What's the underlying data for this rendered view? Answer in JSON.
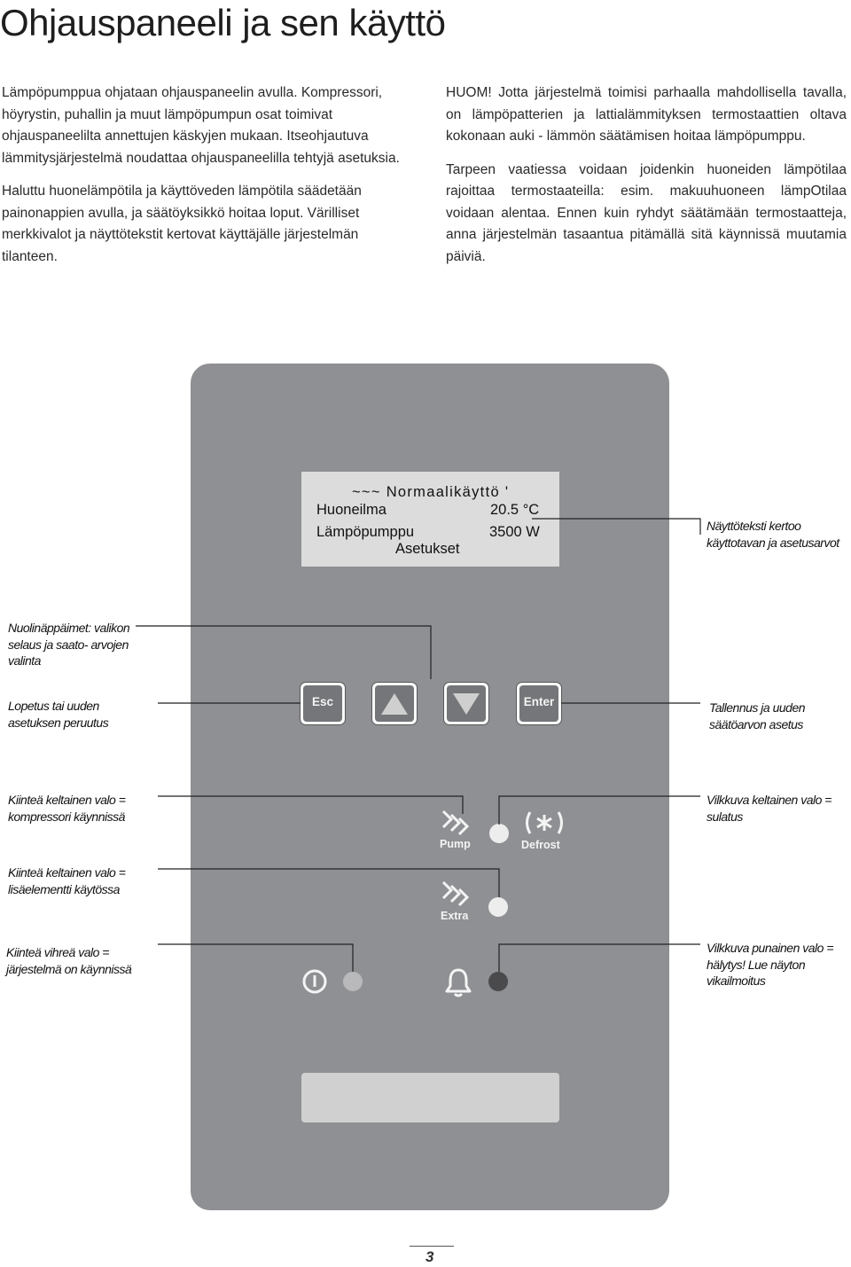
{
  "page": {
    "title": "Ohjauspaneeli ja sen käyttö",
    "left_column": {
      "p1": "Lämpöpumppua ohjataan ohjauspaneelin avulla. Kompressori, höyrystin, puhallin ja muut lämpöpumpun osat toimivat ohjauspaneelilta annettujen käskyjen mukaan. Itseohjautuva lämmitysjärjestelmä noudattaa ohjauspaneelilla tehtyjä asetuksia.",
      "p2": "Haluttu huonelämpötila ja käyttöveden lämpötila säädetään painonappien avulla, ja säätöyksikkö hoitaa loput. Värilliset merkkivalot ja näyttötekstit kertovat käyttäjälle järjestelmän tilanteen."
    },
    "right_column": {
      "p1": "HUOM! Jotta järjestelmä toimisi parhaalla mahdollisella tavalla, on lämpöpatterien ja lattialämmityksen termostaattien oltava kokonaan auki - lämmön säätämisen hoitaa lämpöpumppu.",
      "p2": "Tarpeen vaatiessa voidaan joidenkin huoneiden lämpötilaa rajoittaa termostaateilla: esim. makuuhuoneen lämpOtilaa voidaan alentaa. Ennen kuin ryhdyt säätämään termostaatteja, anna järjestelmän tasaantua pitämällä sitä käynnissä muutamia päiviä."
    },
    "page_number": "3"
  },
  "panel": {
    "display": {
      "line1": "~~~ Normaalikäyttö '",
      "room_label": "Huoneilma",
      "room_value": "20.5 °C",
      "pump_label": "Lämpöpumppu",
      "pump_value": "3500 W",
      "line4": "Asetukset"
    },
    "buttons": {
      "esc": "Esc",
      "up": "up-arrow",
      "down": "down-arrow",
      "enter": "Enter"
    },
    "indicators": {
      "pump_label": "Pump",
      "defrost_label": "Defrost",
      "extra_label": "Extra",
      "defrost_symbol": "(✱)"
    },
    "colors": {
      "panel": "#8f9094",
      "button_face": "#757679",
      "led_pump": "#ededed",
      "led_extra": "#ededed",
      "led_power": "#b9b9bb",
      "led_alarm": "#4a4a4d"
    }
  },
  "annotations": {
    "display_text": "Näyttöteksti kertoo käyttotavan ja asetusarvot",
    "arrow_keys": "Nuolinäppäimet: valikon selaus ja saato- arvojen valinta",
    "esc_key": "Lopetus tai uuden asetuksen peruutus",
    "enter_key": "Tallennus ja uuden säätöarvon asetus",
    "pump_led": "Kiinteä keltainen valo = kompressori käynnissä",
    "defrost_led": "Vilkkuva keltainen valo = sulatus",
    "extra_led": "Kiinteä keltainen valo = lisäelementti käytössa",
    "power_led": "Kiinteä vihreä valo = järjestelmä on käynnissä",
    "alarm_led": "Vilkkuva punainen valo = hälytys! Lue näyton vikailmoitus"
  }
}
